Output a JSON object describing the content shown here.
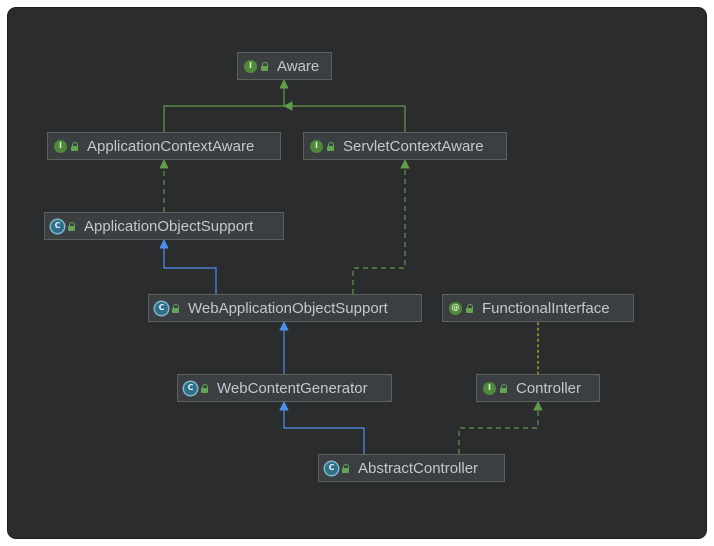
{
  "diagram": {
    "nodes": [
      {
        "id": "aware",
        "label": "Aware",
        "kind": "interface",
        "badge": "I"
      },
      {
        "id": "appctx",
        "label": "ApplicationContextAware",
        "kind": "interface",
        "badge": "I"
      },
      {
        "id": "servletctx",
        "label": "ServletContextAware",
        "kind": "interface",
        "badge": "I"
      },
      {
        "id": "appobj",
        "label": "ApplicationObjectSupport",
        "kind": "abstract-class",
        "badge": "C"
      },
      {
        "id": "webappobj",
        "label": "WebApplicationObjectSupport",
        "kind": "abstract-class",
        "badge": "C"
      },
      {
        "id": "funciface",
        "label": "FunctionalInterface",
        "kind": "annotation",
        "badge": "@"
      },
      {
        "id": "webcontent",
        "label": "WebContentGenerator",
        "kind": "abstract-class",
        "badge": "C"
      },
      {
        "id": "controller",
        "label": "Controller",
        "kind": "interface",
        "badge": "I"
      },
      {
        "id": "abstractctrl",
        "label": "AbstractController",
        "kind": "abstract-class",
        "badge": "C"
      }
    ],
    "edges": [
      {
        "from": "appctx",
        "to": "aware",
        "type": "extends-interface"
      },
      {
        "from": "servletctx",
        "to": "aware",
        "type": "extends-interface"
      },
      {
        "from": "appobj",
        "to": "appctx",
        "type": "implements"
      },
      {
        "from": "webappobj",
        "to": "appobj",
        "type": "extends"
      },
      {
        "from": "webappobj",
        "to": "servletctx",
        "type": "implements"
      },
      {
        "from": "webcontent",
        "to": "webappobj",
        "type": "extends"
      },
      {
        "from": "abstractctrl",
        "to": "webcontent",
        "type": "extends"
      },
      {
        "from": "abstractctrl",
        "to": "controller",
        "type": "implements"
      },
      {
        "from": "controller",
        "to": "funciface",
        "type": "annotated-by"
      }
    ],
    "colors": {
      "interface_edge": "#5f9b4a",
      "implements_edge": "#5f9b4a",
      "extends_edge": "#4d8ef0",
      "annotation_edge": "#8a9a2a",
      "node_bg": "#3c3f41",
      "node_border": "#5e6060",
      "canvas_bg": "#2b2c2e"
    }
  }
}
